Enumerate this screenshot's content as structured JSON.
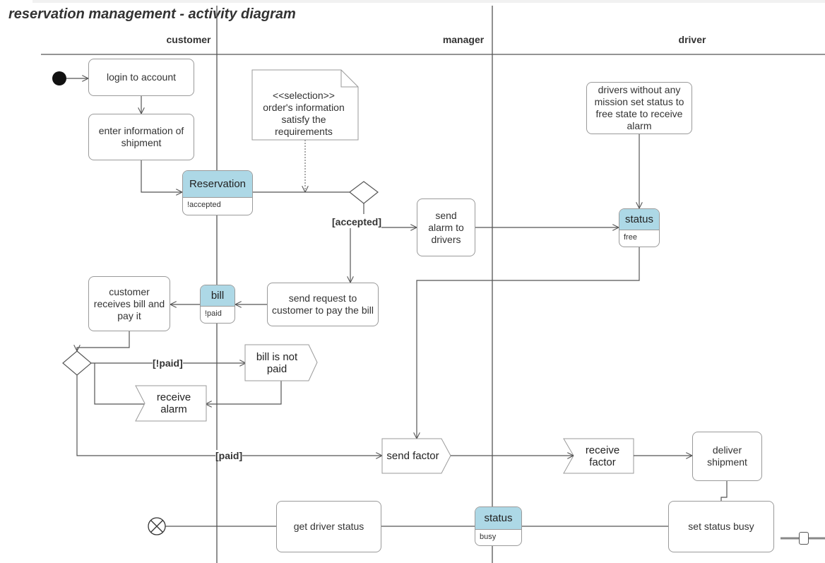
{
  "title": "reservation management - activity diagram",
  "lanes": {
    "customer": "customer",
    "manager": "manager",
    "driver": "driver"
  },
  "actions": {
    "login": "login to account",
    "enter_info": "enter information of shipment",
    "send_alarm": "send alarm to drivers",
    "send_request": "send request to customer to pay the bill",
    "customer_receives": "customer receives bill and pay it",
    "drivers_free": "drivers without any mission set status to free state to receive alarm",
    "deliver": "deliver shipment",
    "get_status": "get driver status",
    "set_busy": "set status busy"
  },
  "objects": {
    "reservation": {
      "name": "Reservation",
      "state": "!accepted"
    },
    "status_free": {
      "name": "status",
      "state": "free"
    },
    "bill": {
      "name": "bill",
      "state": "!paid"
    },
    "status_busy": {
      "name": "status",
      "state": "busy"
    }
  },
  "note": {
    "stereotype": "<<selection>>",
    "text": "order's information satisfy the requirements"
  },
  "signals": {
    "bill_not_paid": "bill is not paid",
    "receive_alarm": "receive alarm",
    "send_factor": "send factor",
    "receive_factor": "receive factor"
  },
  "guards": {
    "accepted": "[accepted]",
    "not_paid": "[!paid]",
    "paid": "[paid]"
  },
  "colors": {
    "object_header": "#add8e6",
    "line": "#555555",
    "border": "#9a9a9a"
  }
}
